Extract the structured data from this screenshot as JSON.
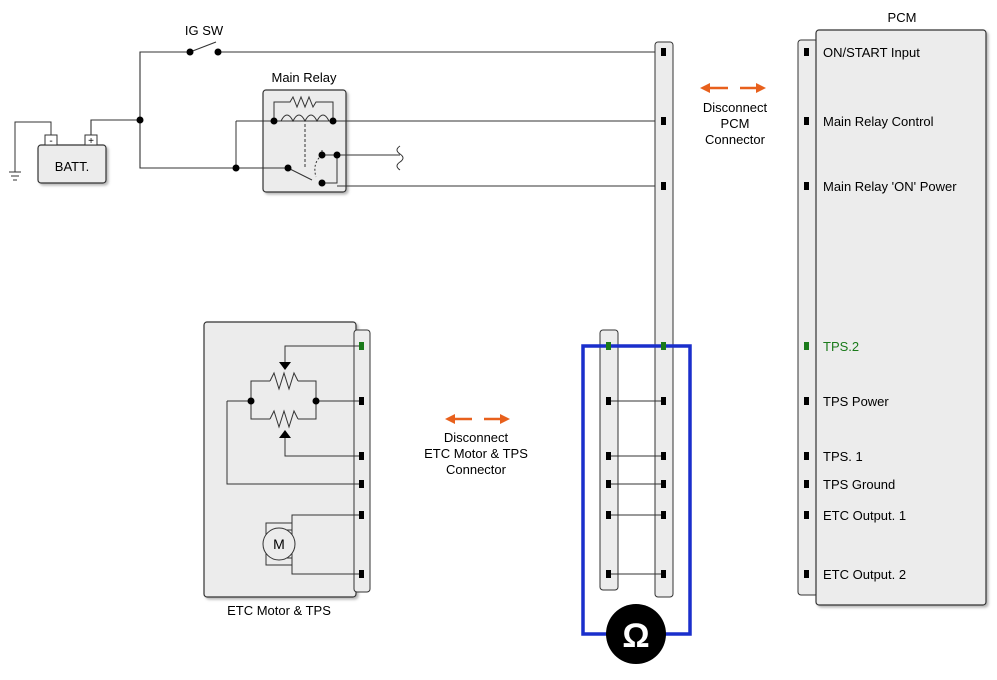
{
  "labels": {
    "ig_sw": "IG SW",
    "main_relay": "Main Relay",
    "battery": "BATT.",
    "battery_neg": "-",
    "battery_pos": "+",
    "pcm_title": "PCM",
    "etc_motor_tps": "ETC Motor & TPS",
    "motor": "M",
    "ohmmeter": "Ω"
  },
  "pcm_pins": [
    {
      "label": "ON/START Input",
      "color": "#000000"
    },
    {
      "label": "Main Relay Control",
      "color": "#000000"
    },
    {
      "label": "Main Relay 'ON' Power",
      "color": "#000000"
    },
    {
      "label": "TPS.2",
      "color": "#1a7a1a"
    },
    {
      "label": "TPS Power",
      "color": "#000000"
    },
    {
      "label": "TPS. 1",
      "color": "#000000"
    },
    {
      "label": "TPS Ground",
      "color": "#000000"
    },
    {
      "label": "ETC Output. 1",
      "color": "#000000"
    },
    {
      "label": "ETC Output. 2",
      "color": "#000000"
    }
  ],
  "notes": {
    "disconnect_pcm": [
      "Disconnect",
      "PCM",
      "Connector"
    ],
    "disconnect_etc": [
      "Disconnect",
      "ETC Motor & TPS",
      "Connector"
    ]
  },
  "colors": {
    "arrow": "#e8601c",
    "meter_wire": "#1a2fcc",
    "highlight_pin": "#1a7a1a",
    "panel_fill": "#ececec"
  }
}
